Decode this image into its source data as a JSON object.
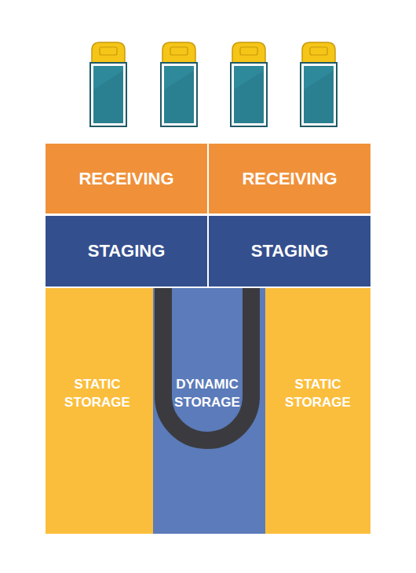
{
  "diagram": {
    "nodes": [
      {
        "text": [
          "RECEIVING"
        ]
      },
      {
        "text": [
          "RECEIVING"
        ]
      },
      {
        "text": [
          "STAGING"
        ]
      },
      {
        "text": [
          "STAGING"
        ]
      },
      {
        "text": [
          "STATIC STORAGE"
        ]
      },
      {
        "text": [
          "DYNAMIC STORAGE"
        ]
      },
      {
        "text": [
          "STATIC STORAGE"
        ]
      }
    ]
  }
}
